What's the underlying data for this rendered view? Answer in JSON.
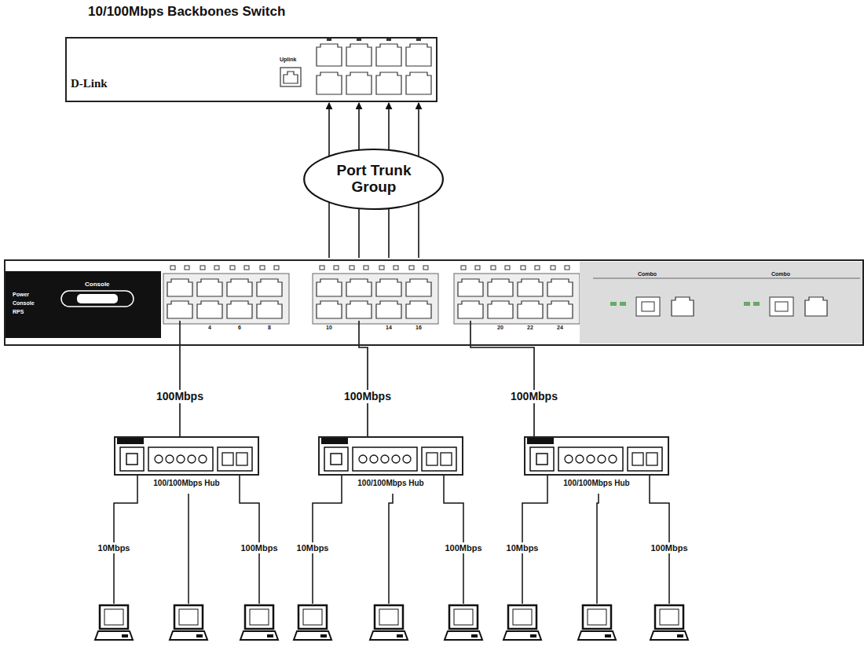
{
  "diagram": {
    "nodes": [
      {
        "text": [
          "10/100Mbps Backbones Switch"
        ]
      },
      {
        "text": [
          "Port Trunk Group"
        ]
      },
      {
        "text": [
          "D-Link"
        ]
      },
      {
        "text": [
          "100/100Mbps Hub"
        ]
      },
      {
        "text": [
          "100/100Mbps Hub"
        ]
      },
      {
        "text": [
          "100/100Mbps Hub"
        ]
      }
    ],
    "edges": [
      {
        "from": 2,
        "to": 0,
        "arrow": "to"
      },
      {
        "from": 2,
        "to": 0,
        "arrow": "to"
      },
      {
        "from": 2,
        "to": 0,
        "arrow": "to"
      },
      {
        "from": 2,
        "to": 0,
        "arrow": "to"
      },
      {
        "from": 2,
        "to": 3,
        "label": "100Mbps",
        "arrow": "none"
      },
      {
        "from": 2,
        "to": 4,
        "label": "100Mbps",
        "arrow": "none"
      },
      {
        "from": 2,
        "to": 5,
        "label": "100Mbps",
        "arrow": "none"
      }
    ],
    "labels": [
      "D-Link",
      "Uplink",
      "Power",
      "Console",
      "RPS",
      "Console",
      "Combo",
      "Combo",
      "4",
      "6",
      "8",
      "10",
      "14",
      "16",
      "20",
      "22",
      "24",
      "10Mbps",
      "100Mbps",
      "10Mbps",
      "100Mbps",
      "10Mbps",
      "100Mbps"
    ]
  }
}
